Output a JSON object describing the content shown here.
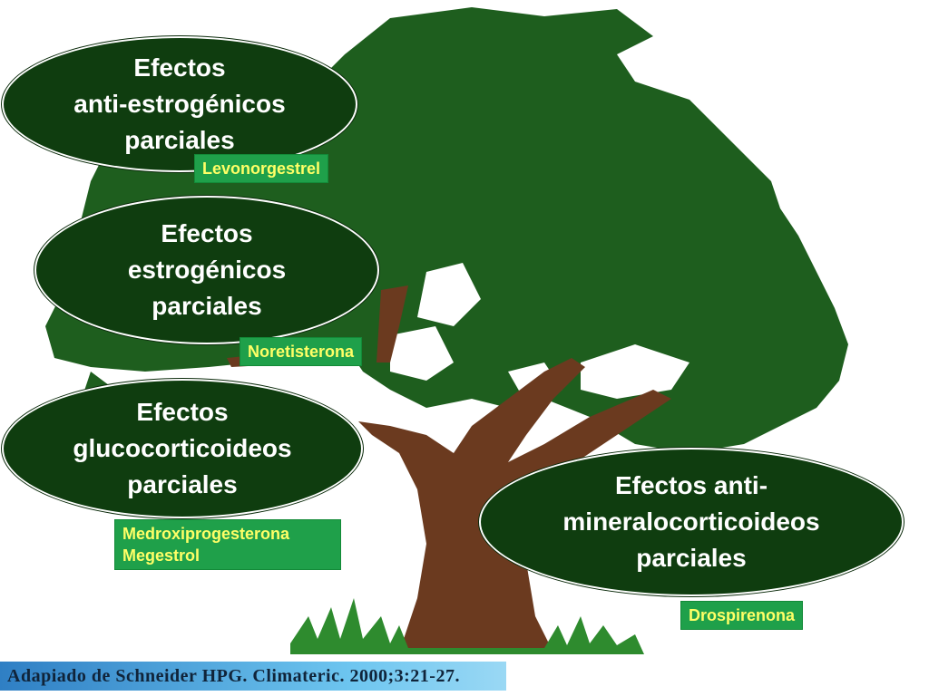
{
  "nodes": [
    {
      "id": "anti-estrogenic",
      "lines": [
        "Efectos",
        "anti-estrogénicos",
        "parciales"
      ],
      "drugs": [
        "Levonorgestrel"
      ]
    },
    {
      "id": "estrogenic",
      "lines": [
        "Efectos",
        "estrogénicos",
        "parciales"
      ],
      "drugs": [
        "Noretisterona"
      ]
    },
    {
      "id": "glucocorticoid",
      "lines": [
        "Efectos",
        "glucocorticoideos",
        "parciales"
      ],
      "drugs": [
        "Medroxiprogesterona",
        "Megestrol"
      ]
    },
    {
      "id": "antimineralocorticoid",
      "lines": [
        "Efectos anti-",
        "mineralocorticoideos",
        "parciales"
      ],
      "drugs": [
        "Drospirenona"
      ]
    }
  ],
  "citation": "Adapiado de  Schneider HPG. Climateric. 2000;3:21-27.",
  "colors": {
    "foliage": "#1e5e1e",
    "ellipse": "#0f3d0f",
    "trunk": "#6b3a1f",
    "tag_bg": "#1fa04a",
    "tag_text": "#ffff66",
    "grass": "#2e8b2e"
  }
}
